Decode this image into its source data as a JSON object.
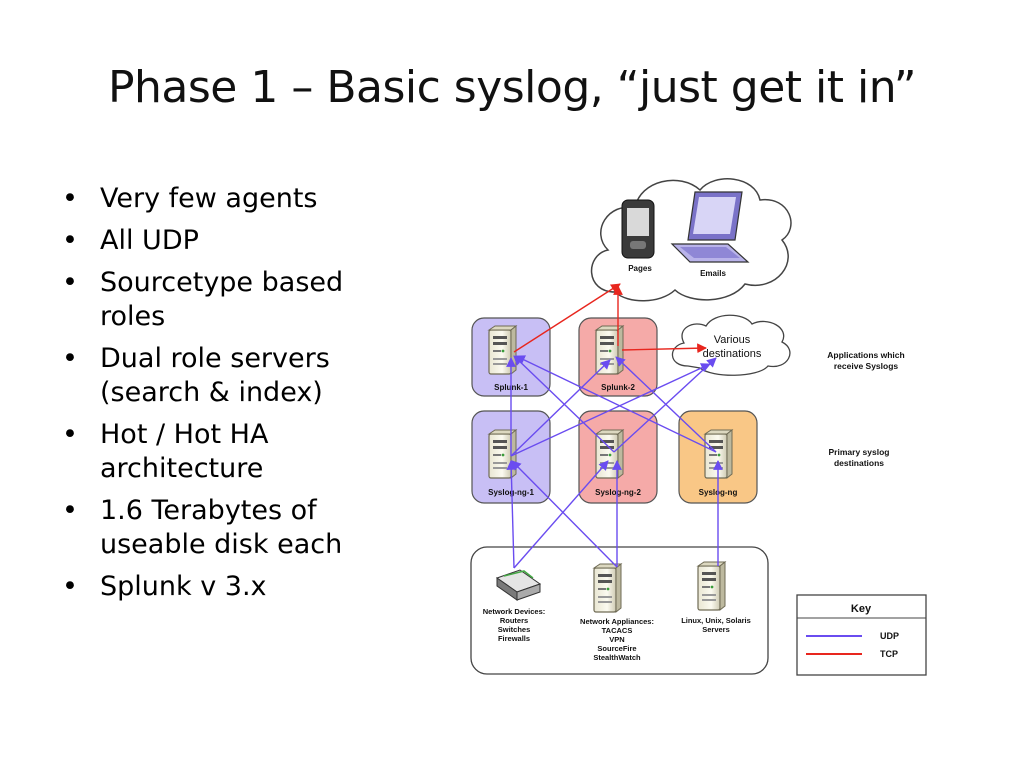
{
  "title": "Phase 1 – Basic syslog, “just get it in”",
  "bullets": [
    {
      "lines": [
        "Very few agents"
      ]
    },
    {
      "lines": [
        "All UDP"
      ]
    },
    {
      "lines": [
        "Sourcetype based",
        "roles"
      ]
    },
    {
      "lines": [
        "Dual role servers",
        "(search & index)"
      ]
    },
    {
      "lines": [
        "Hot / Hot HA",
        "architecture"
      ]
    },
    {
      "lines": [
        "1.6 Terabytes of",
        "useable disk each"
      ]
    },
    {
      "lines": [
        "Splunk v 3.x"
      ]
    }
  ],
  "diagram": {
    "cloud_top": {
      "pages_label": "Pages",
      "emails_label": "Emails"
    },
    "cloud_various": {
      "line1": "Various",
      "line2": "destinations"
    },
    "splunk1": "Splunk-1",
    "splunk2": "Splunk-2",
    "syslogng1": "Syslog-ng-1",
    "syslogng2": "Syslog-ng-2",
    "syslogng3": "Syslog-ng",
    "side_label_apps": [
      "Applications which",
      "receive Syslogs"
    ],
    "side_label_primary": [
      "Primary syslog",
      "destinations"
    ],
    "source_network_devices": [
      "Network Devices:",
      "Routers",
      "Switches",
      "Firewalls"
    ],
    "source_appliances": [
      "Network Appliances:",
      "TACACS",
      "VPN",
      "SourceFire",
      "StealthWatch"
    ],
    "source_servers": [
      "Linux, Unix, Solaris",
      "Servers"
    ],
    "key": {
      "title": "Key",
      "entries": [
        {
          "label": "UDP",
          "color": "#6a4cf0"
        },
        {
          "label": "TCP",
          "color": "#e8261e"
        }
      ]
    },
    "colors": {
      "splunk_box": "#c8bff5",
      "syslog_purple": "#c8bff5",
      "syslog_red": "#f5aaa8",
      "syslog_orange": "#f9c786",
      "udp": "#6a4cf0",
      "tcp": "#e8261e"
    }
  }
}
